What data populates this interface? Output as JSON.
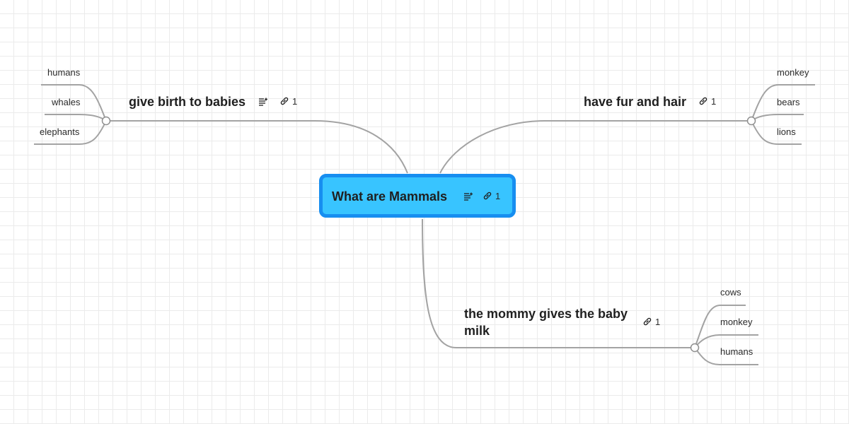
{
  "central": {
    "title": "What are Mammals",
    "link_count": "1",
    "icons": [
      "notes-icon",
      "link-icon"
    ]
  },
  "topics": [
    {
      "title": "give birth to babies",
      "link_count": "1",
      "icons": [
        "notes-icon",
        "link-icon"
      ],
      "children": [
        "humans",
        "whales",
        "elephants"
      ]
    },
    {
      "title": "have fur and hair",
      "link_count": "1",
      "icons": [
        "link-icon"
      ],
      "children": [
        "monkey",
        "bears",
        "lions"
      ]
    },
    {
      "title": "the mommy gives the baby milk",
      "link_count": "1",
      "icons": [
        "link-icon"
      ],
      "children": [
        "cows",
        "monkey",
        "humans"
      ]
    }
  ],
  "colors": {
    "central_fill": "#38c4ff",
    "central_border": "#178ef0",
    "line": "#9e9e9e"
  }
}
